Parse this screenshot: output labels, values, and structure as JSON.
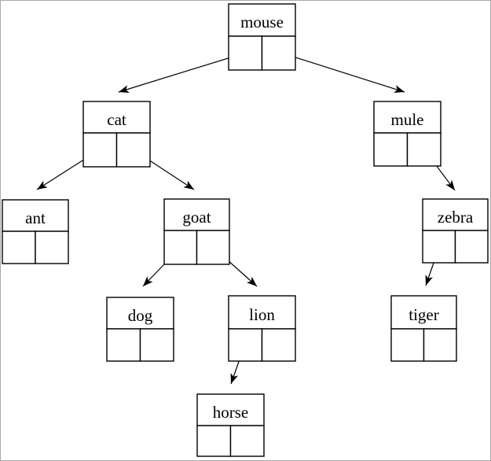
{
  "diagram": {
    "type": "binary-tree",
    "root": "mouse"
  },
  "colors": {
    "background": "#ffffff",
    "frame": "#aaaaaa",
    "stroke": "#000000",
    "text": "#000000"
  },
  "nodes": {
    "mouse": {
      "label": "mouse"
    },
    "cat": {
      "label": "cat"
    },
    "mule": {
      "label": "mule"
    },
    "ant": {
      "label": "ant"
    },
    "goat": {
      "label": "goat"
    },
    "zebra": {
      "label": "zebra"
    },
    "dog": {
      "label": "dog"
    },
    "lion": {
      "label": "lion"
    },
    "tiger": {
      "label": "tiger"
    },
    "horse": {
      "label": "horse"
    }
  },
  "edges": [
    {
      "from": "mouse",
      "pointer": "left",
      "to": "cat"
    },
    {
      "from": "mouse",
      "pointer": "right",
      "to": "mule"
    },
    {
      "from": "cat",
      "pointer": "left",
      "to": "ant"
    },
    {
      "from": "cat",
      "pointer": "right",
      "to": "goat"
    },
    {
      "from": "mule",
      "pointer": "right",
      "to": "zebra"
    },
    {
      "from": "goat",
      "pointer": "left",
      "to": "dog"
    },
    {
      "from": "goat",
      "pointer": "right",
      "to": "lion"
    },
    {
      "from": "zebra",
      "pointer": "left",
      "to": "tiger"
    },
    {
      "from": "lion",
      "pointer": "left",
      "to": "horse"
    }
  ]
}
